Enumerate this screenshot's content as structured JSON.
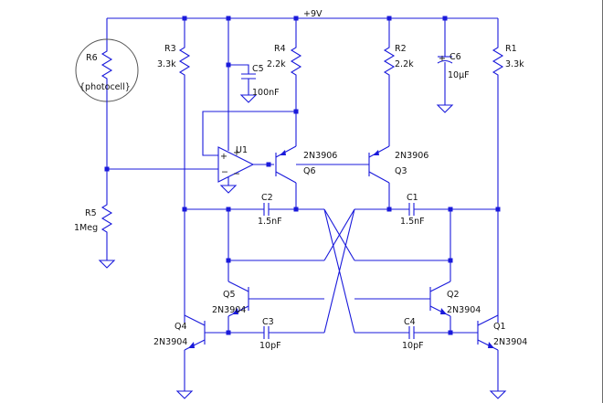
{
  "supply": "+9V",
  "parts": {
    "R6": {
      "ref": "R6",
      "value": "{photocell}"
    },
    "R3": {
      "ref": "R3",
      "value": "3.3k"
    },
    "R4": {
      "ref": "R4",
      "value": "2.2k"
    },
    "R2": {
      "ref": "R2",
      "value": "2.2k"
    },
    "R1": {
      "ref": "R1",
      "value": "3.3k"
    },
    "R5": {
      "ref": "R5",
      "value": "1Meg"
    },
    "C5": {
      "ref": "C5",
      "value": "100nF"
    },
    "C6": {
      "ref": "C6",
      "value": "10µF"
    },
    "C2": {
      "ref": "C2",
      "value": "1.5nF"
    },
    "C1": {
      "ref": "C1",
      "value": "1.5nF"
    },
    "C3": {
      "ref": "C3",
      "value": "10pF"
    },
    "C4": {
      "ref": "C4",
      "value": "10pF"
    },
    "U1": {
      "ref": "U1"
    },
    "Q6": {
      "ref": "Q6",
      "value": "2N3906"
    },
    "Q3": {
      "ref": "Q3",
      "value": "2N3906"
    },
    "Q5": {
      "ref": "Q5",
      "value": "2N3904"
    },
    "Q4": {
      "ref": "Q4",
      "value": "2N3904"
    },
    "Q2": {
      "ref": "Q2",
      "value": "2N3904"
    },
    "Q1": {
      "ref": "Q1",
      "value": "2N3904"
    }
  }
}
